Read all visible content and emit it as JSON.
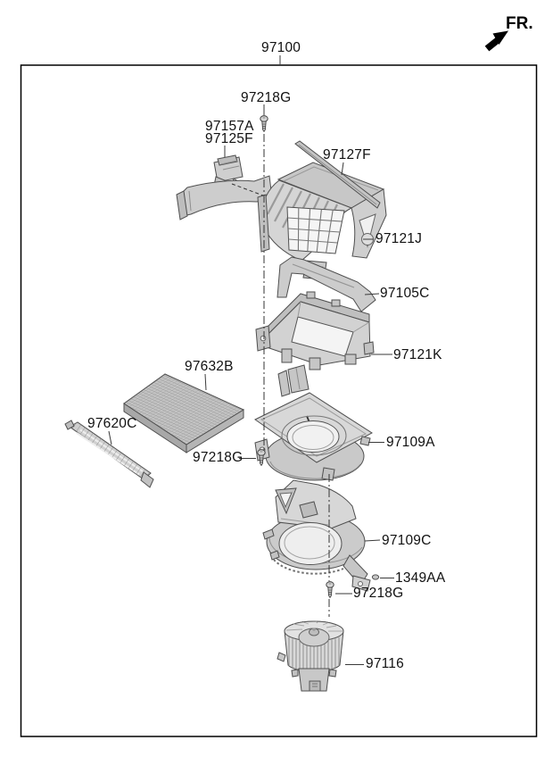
{
  "diagram": {
    "assembly_number": "97100",
    "front_label": "FR.",
    "callouts": [
      "97218G",
      "97157A",
      "97125F",
      "97127F",
      "97121J",
      "97105C",
      "97121K",
      "97632B",
      "97620C",
      "97218G",
      "97109A",
      "97109C",
      "1349AA",
      "97218G",
      "97116"
    ],
    "colors": {
      "background": "#ffffff",
      "line": "#000000",
      "part_fill": "#d2d2d2",
      "part_stroke": "#4f4f4f"
    }
  }
}
